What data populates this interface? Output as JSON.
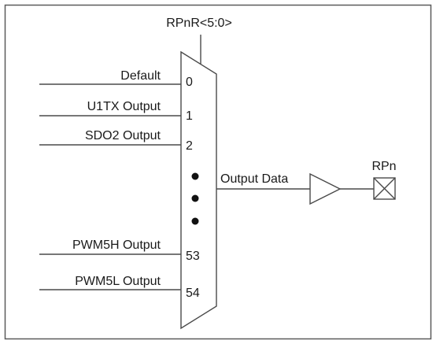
{
  "diagram": {
    "select_label": "RPnR<5:0>",
    "inputs": [
      {
        "label": "Default",
        "index": "0"
      },
      {
        "label": "U1TX Output",
        "index": "1"
      },
      {
        "label": "SDO2 Output",
        "index": "2"
      },
      {
        "label": "PWM5H Output",
        "index": "53"
      },
      {
        "label": "PWM5L Output",
        "index": "54"
      }
    ],
    "output_label": "Output Data",
    "pin_label": "RPn",
    "colors": {
      "line": "#4a4a4a",
      "text": "#1a1a1a",
      "background": "#ffffff"
    }
  }
}
